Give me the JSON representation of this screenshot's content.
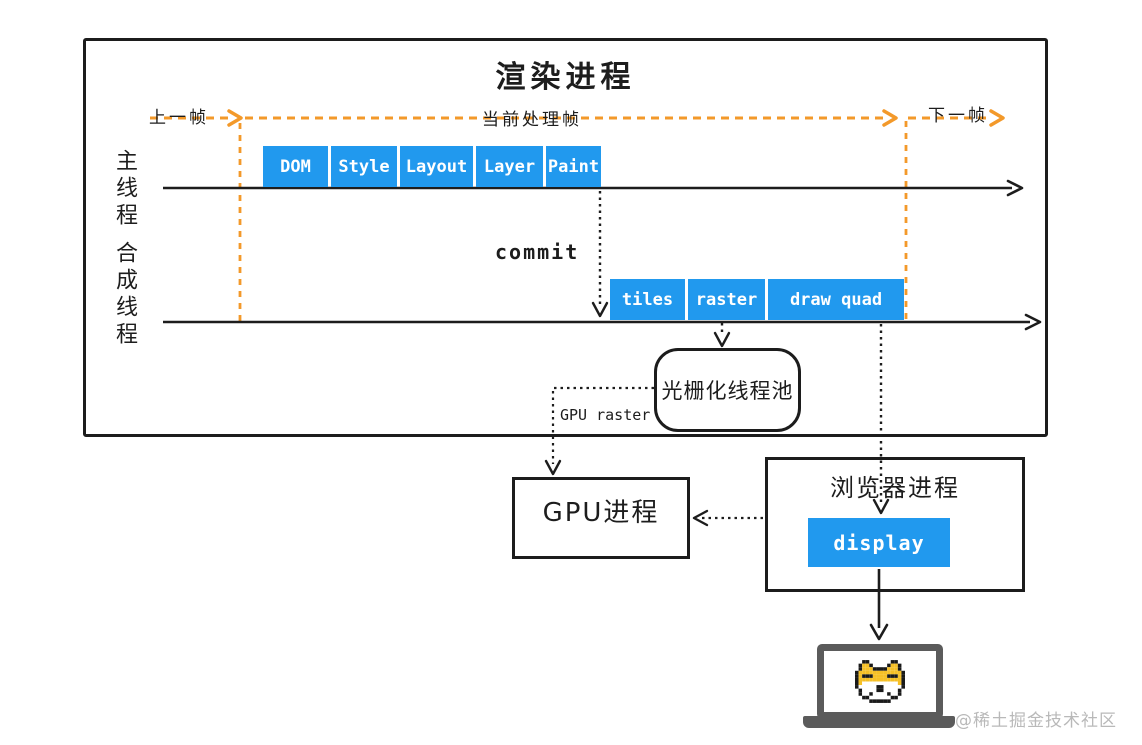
{
  "colors": {
    "accent_blue": "#2199ee",
    "accent_orange": "#f3992a",
    "line_black": "#1d1d1d",
    "laptop_gray": "#5b5b5b",
    "watermark_gray": "#b9b9b9"
  },
  "render_process": {
    "title": "渲染进程",
    "prev_frame": "上一帧",
    "current_frame": "当前处理帧",
    "next_frame": "下一帧",
    "main_thread": "主线程",
    "compositor_thread": "合成线程",
    "main_stages": [
      "DOM",
      "Style",
      "Layout",
      "Layer",
      "Paint"
    ],
    "compositor_stages": [
      "tiles",
      "raster",
      "draw quad"
    ],
    "commit": "commit",
    "gpu_raster": "GPU raster",
    "raster_pool": "光栅化线程池"
  },
  "gpu_process": {
    "title": "GPU进程"
  },
  "browser_process": {
    "title": "浏览器进程",
    "display": "display"
  },
  "watermark": "@稀土掘金技术社区"
}
